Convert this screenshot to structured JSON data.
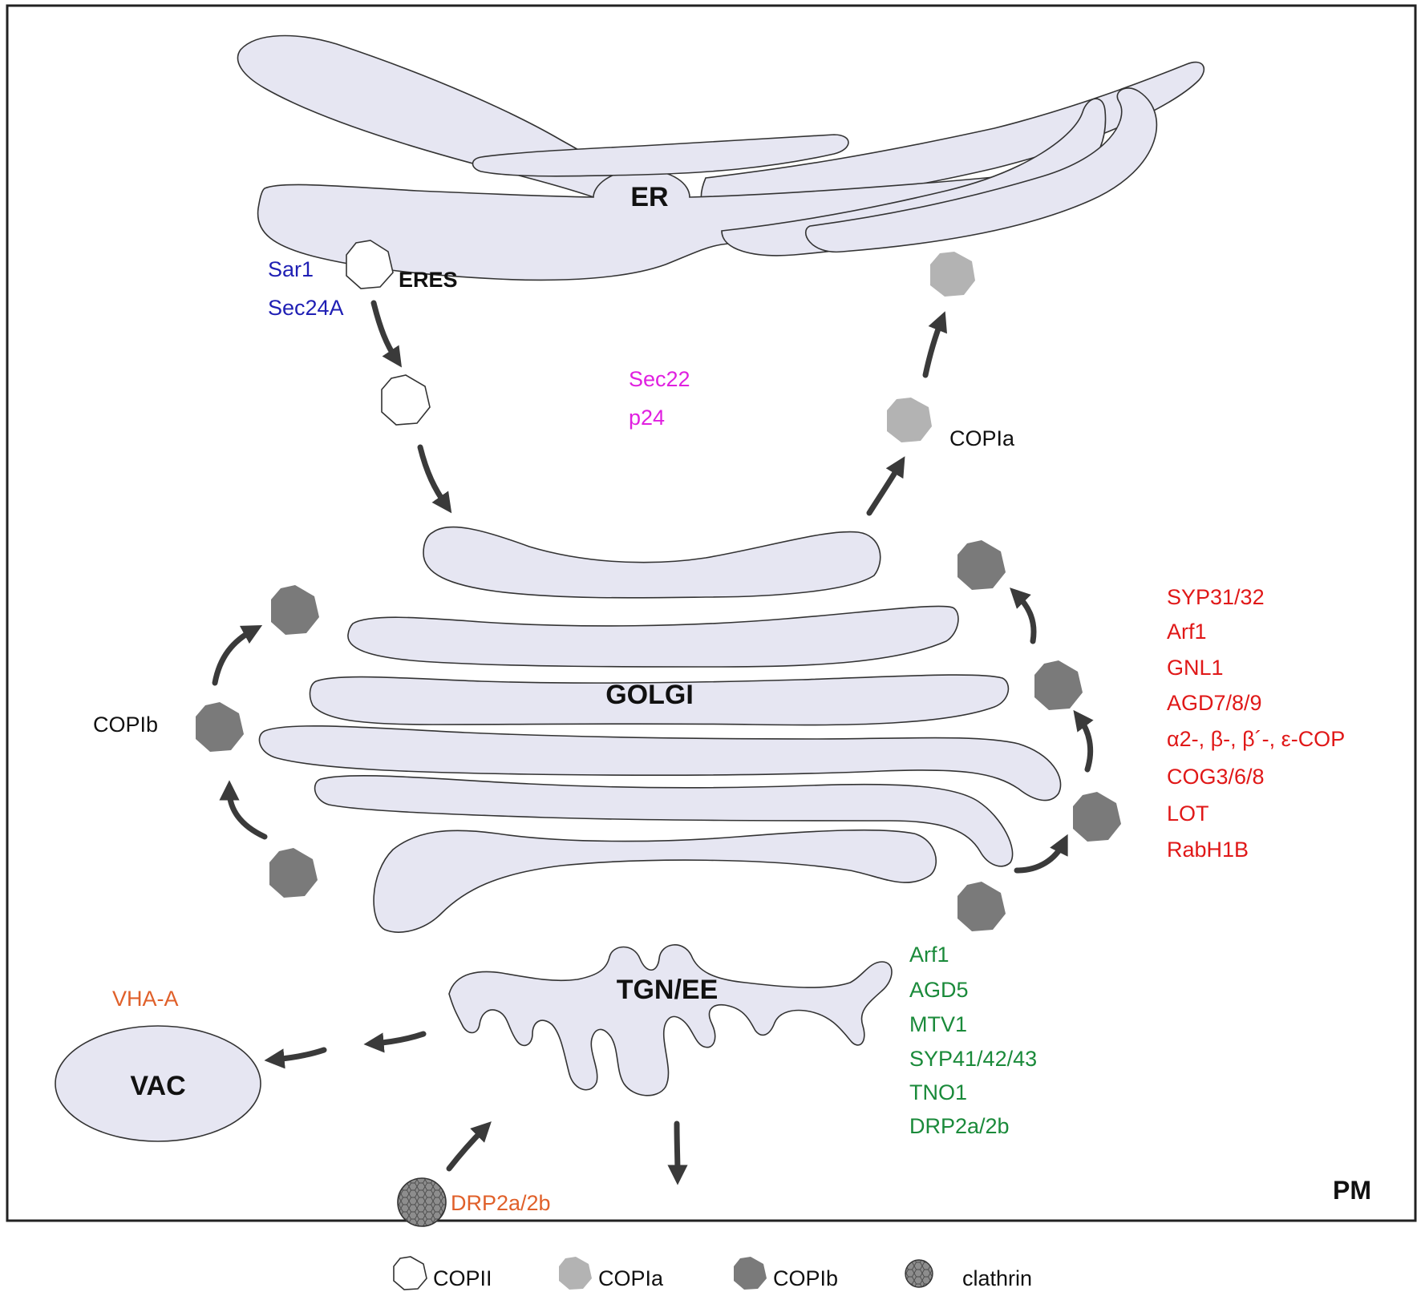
{
  "colors": {
    "organelle_fill": "#e6e6f2",
    "copii_fill": "#ffffff",
    "copia_fill": "#b3b3b3",
    "copib_fill": "#7a7a7a",
    "clathrin_fill": "#8a8a8a",
    "blue": "#1f1fb4",
    "magenta": "#e020e0",
    "red": "#e01818",
    "green": "#1a8a3a",
    "orange": "#e0602a"
  },
  "organelles": {
    "er": "ER",
    "golgi": "GOLGI",
    "tgn": "TGN/EE",
    "vac": "VAC",
    "pm": "PM",
    "eres": "ERES"
  },
  "labels": {
    "copia": "COPIa",
    "copib": "COPIb",
    "sec22": "Sec22",
    "p24": "p24",
    "vha_a": "VHA-A",
    "drp_clathrin": "DRP2a/2b"
  },
  "copii_proteins": [
    "Sar1",
    "Sec24A"
  ],
  "golgi_proteins": [
    "SYP31/32",
    "Arf1",
    "GNL1",
    "AGD7/8/9",
    "α2-, β-, β´-, ε-COP",
    "COG3/6/8",
    "LOT",
    "RabH1B"
  ],
  "tgn_proteins": [
    "Arf1",
    "AGD5",
    "MTV1",
    "SYP41/42/43",
    "TNO1",
    "DRP2a/2b"
  ],
  "legend": [
    {
      "key": "copii",
      "label": "COPII",
      "icon": "copii-vesicle-icon"
    },
    {
      "key": "copia",
      "label": "COPIa",
      "icon": "copia-vesicle-icon"
    },
    {
      "key": "copib",
      "label": "COPIb",
      "icon": "copib-vesicle-icon"
    },
    {
      "key": "clathrin",
      "label": "clathrin",
      "icon": "clathrin-vesicle-icon"
    }
  ]
}
